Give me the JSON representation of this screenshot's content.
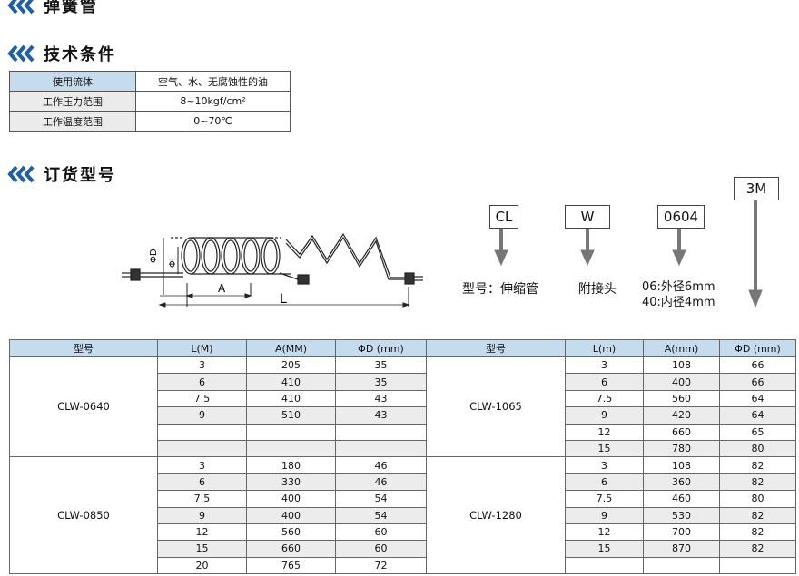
{
  "sections": {
    "spring_tube": "弹簧管",
    "specs": "技术条件",
    "ordering": "订货型号"
  },
  "spec_table": [
    {
      "label": "使用流体",
      "value": "空气、水、无腐蚀性的油"
    },
    {
      "label": "工作压力范围",
      "value": "8~10kgf/cm²"
    },
    {
      "label": "工作温度范围",
      "value": "0~70℃"
    }
  ],
  "order_code": {
    "boxes": [
      "CL",
      "W",
      "0604",
      "3M"
    ],
    "labels": {
      "cl": "型号：伸缩管",
      "w": "附接头",
      "code_1": "06:外径6mm",
      "code_2": "40:内径4mm"
    }
  },
  "diagram": {
    "label_d": "ΦD",
    "label_i": "ΦI",
    "label_a": "A",
    "label_l": "L"
  },
  "models_table": {
    "headers": [
      "型号",
      "L(M)",
      "A(MM)",
      "ΦD (mm)",
      "型号",
      "L(m)",
      "A(mm)",
      "ΦD (mm)"
    ],
    "rows": [
      {
        "left": [
          "3",
          "205",
          "35"
        ],
        "right": [
          "3",
          "108",
          "66"
        ]
      },
      {
        "left": [
          "6",
          "410",
          "35"
        ],
        "right": [
          "6",
          "400",
          "66"
        ]
      },
      {
        "left": [
          "7.5",
          "410",
          "43"
        ],
        "right": [
          "7.5",
          "560",
          "64"
        ]
      },
      {
        "left": [
          "9",
          "510",
          "43"
        ],
        "right": [
          "9",
          "420",
          "64"
        ]
      },
      {
        "left": [
          "",
          "",
          ""
        ],
        "right": [
          "12",
          "660",
          "65"
        ]
      },
      {
        "left": [
          "",
          "",
          ""
        ],
        "right": [
          "15",
          "780",
          "80"
        ]
      },
      {
        "left": [
          "3",
          "180",
          "46"
        ],
        "right": [
          "3",
          "108",
          "82"
        ]
      },
      {
        "left": [
          "6",
          "330",
          "46"
        ],
        "right": [
          "6",
          "360",
          "82"
        ]
      },
      {
        "left": [
          "7.5",
          "400",
          "54"
        ],
        "right": [
          "7.5",
          "460",
          "80"
        ]
      },
      {
        "left": [
          "9",
          "400",
          "54"
        ],
        "right": [
          "9",
          "530",
          "82"
        ]
      },
      {
        "left": [
          "12",
          "560",
          "60"
        ],
        "right": [
          "12",
          "700",
          "82"
        ]
      },
      {
        "left": [
          "15",
          "660",
          "60"
        ],
        "right": [
          "15",
          "870",
          "82"
        ]
      },
      {
        "left": [
          "20",
          "765",
          "72"
        ],
        "right": [
          "",
          "",
          ""
        ]
      }
    ],
    "groups": {
      "left_a": "CLW-0640",
      "left_b": "CLW-0850",
      "right_a": "CLW-1065",
      "right_b": "CLW-1280"
    }
  },
  "colors": {
    "header_blue": "#c5dcee",
    "accent_blue": "#1d5fa8",
    "row_gray": "#ececec"
  }
}
